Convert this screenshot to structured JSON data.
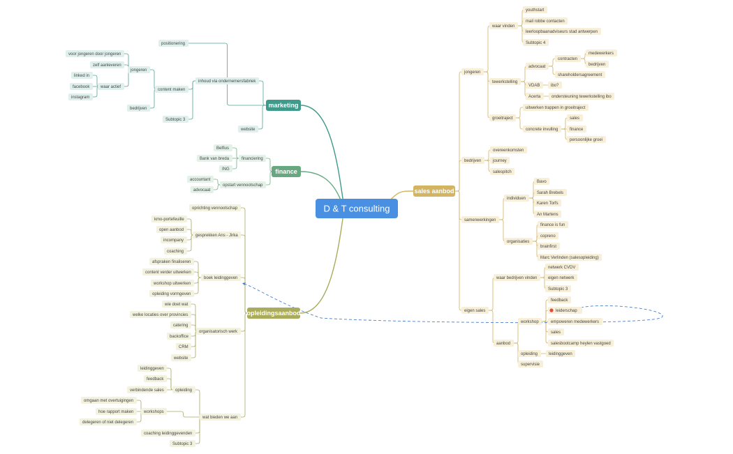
{
  "center": "D & T consulting",
  "colors": {
    "center": "#4a90e2",
    "marketing": "#3f9a8c",
    "finance": "#68a880",
    "opleiding": "#aaac5c",
    "sales": "#d3b460",
    "dashed": "#4a7fcf",
    "marker": "#e24a3a"
  },
  "branches": {
    "marketing": {
      "label": "marketing",
      "positionering": "positionering",
      "inhoud": "inhoud via ondernemersfabriek",
      "content_maken": "content maken",
      "jongeren": "jongeren",
      "voor_jongeren": "voor jongeren door jongeren",
      "zelf_aanleveren": "zelf aanleveren",
      "waar_actief": "waar actief",
      "linkedin": "linked in",
      "facebook": "facebook",
      "instagram": "instagram",
      "bedrijven": "bedrijven",
      "subtopic": "Subtopic 3",
      "website": "website"
    },
    "finance": {
      "label": "finance",
      "financiering": "financiering",
      "belfius": "Belfius",
      "bank_breda": "Bank van breda",
      "ing": "ING",
      "opstart": "opstart vennootschap",
      "accountant": "accountant",
      "advocaat": "advocaat"
    },
    "opleiding": {
      "label": "opleidingsaanbod",
      "oprichting": "oprichting vennootschap",
      "gesprekken": "gesprekken Ans - Jirka",
      "kmo": "kmo-portefeuille",
      "open_aanbod": "open aanbod",
      "incompany": "incompany",
      "coaching": "coaching",
      "boek": "boek leidinggeven",
      "afspraken": "afspraken finaliseren",
      "content": "content verder uitwerken",
      "workshop": "workshop uitwerken",
      "opleiding_vormgeven": "opleiding vormgeven",
      "organisatorisch": "organisatorisch werk",
      "wie_doet_wat": "wie doet wat",
      "locaties": "welke locaties over provincies",
      "catering": "catering",
      "backoffice": "backoffice",
      "crm": "CRM",
      "website": "website",
      "wat_bieden": "wat bieden we aan",
      "opleiding": "opleiding",
      "leidinggeven": "leidinggeven",
      "feedback": "feedback",
      "verbindende": "verbindende sales",
      "workshops": "workshops",
      "omgaan": "omgaan met overtuigingen",
      "rapport": "hoe rapport maken",
      "delegeren": "delegeren of niet delegeren",
      "coaching_lg": "coaching leidinggevenden",
      "subtopic": "Subtopic 3"
    },
    "sales": {
      "label": "sales aanbod",
      "jongeren": "jongeren",
      "waar_vinden": "waar vinden",
      "youthstart": "youthstart",
      "mail_robbe": "mail robbe contacten",
      "leerloopbaan": "leerloopbaanadviseurs stad antwerpen",
      "subtopic4": "Subtopic 4",
      "tewerkstelling": "tewerkstelling",
      "advocaat": "advocaat",
      "contracten": "contracten",
      "medewerkers": "medewerkers",
      "bedrijven_c": "bedrijven",
      "shareholders": "shareholdersagreement",
      "vdab": "VDAB",
      "ibo": "ibo?",
      "acerta": "Acerta",
      "ondersteuning": "ondersteuning tewerkstelling ibo",
      "groeitraject": "groeitraject",
      "uitwerken": "uitwerken trappen in groeitraject",
      "concrete": "concrete invulling",
      "sales": "sales",
      "finance": "finance",
      "persoonlijke": "persoonlijke groei",
      "bedrijven": "bedrijven",
      "overeenkomsten": "overeenkomsten",
      "journey": "journey",
      "salespitch": "salespitch",
      "samenwerkingen": "samenwerkingen",
      "individuen": "individuen",
      "bavo": "Bavo",
      "sarah": "Sarah Brebels",
      "karen": "Karen Torfs",
      "an": "An Martens",
      "organisaties": "organisaties",
      "finance_fun": "finance is fun",
      "copreno": "copreno",
      "brainfirst": "brainfirst",
      "marc": "Marc Verlinden (salesopleiding)",
      "eigen_sales": "eigen sales",
      "waar_bedrijven": "waar bedrijven vinden",
      "netwerk_cvdv": "netwerk CVDV",
      "eigen_netwerk": "eigen netwerk",
      "subtopic3": "Subtopic 3",
      "aanbod": "aanbod",
      "workshop": "workshop",
      "feedback": "feedback",
      "leiderschap": "leiderschap",
      "empoweren": "empoweren medewerkers",
      "sales_ws": "sales",
      "bootcamp": "salesbootcamp heylen vastgoed",
      "opleiding": "opleiding",
      "leidinggeven": "leidinggeven",
      "supervisie": "supervisie"
    }
  }
}
